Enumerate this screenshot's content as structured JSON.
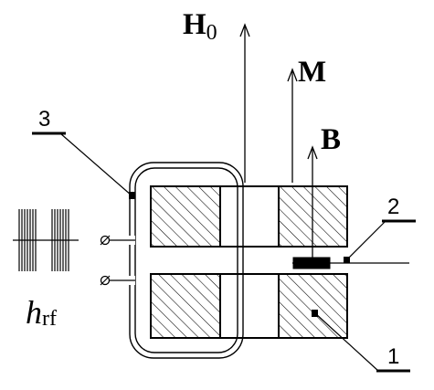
{
  "labels": {
    "field_h0_main": "H",
    "field_h0_sub": "0",
    "magnetization": "M",
    "induction": "B",
    "rf_field_main": "h",
    "rf_field_sub": "rf",
    "callout_1": "1",
    "callout_2": "2",
    "callout_3": "3"
  },
  "colors": {
    "ink": "#000000",
    "background": "#ffffff"
  }
}
